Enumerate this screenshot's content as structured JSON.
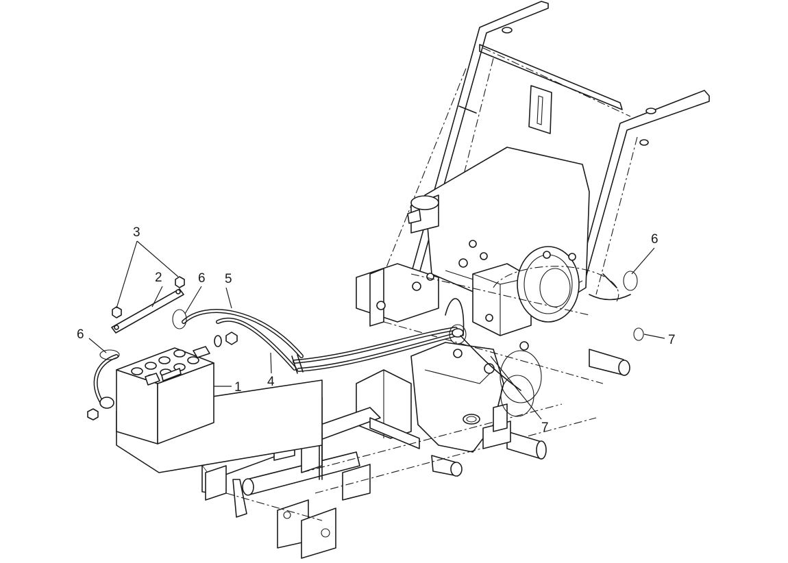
{
  "callouts": [
    {
      "id": "c1",
      "label": "1"
    },
    {
      "id": "c2",
      "label": "2"
    },
    {
      "id": "c3",
      "label": "3"
    },
    {
      "id": "c4",
      "label": "4"
    },
    {
      "id": "c5",
      "label": "5"
    },
    {
      "id": "c6a",
      "label": "6"
    },
    {
      "id": "c6b",
      "label": "6"
    },
    {
      "id": "c6c",
      "label": "6"
    },
    {
      "id": "c7a",
      "label": "7"
    },
    {
      "id": "c7b",
      "label": "7"
    }
  ]
}
